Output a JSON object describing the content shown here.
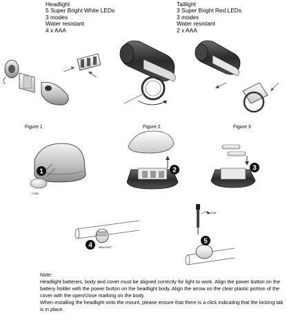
{
  "headlight": {
    "title": "Headlight",
    "leds": "5 Super Bright White LEDs",
    "modes": "3 modes",
    "water": "Water resistant",
    "battery": "4 x AAA"
  },
  "taillight": {
    "title": "Taillight",
    "leds": "3 Super Bright Red LEDs",
    "modes": "3 modes",
    "water": "Water resistant",
    "battery": "2 x AAA"
  },
  "figures": {
    "fig1": "Figure 1",
    "fig2": "Figure 2",
    "fig3": "Figure 3"
  },
  "labels": {
    "coin": "COIN",
    "bracket": "BRACKET",
    "close": "CLOSE"
  },
  "steps": {
    "s1": "1",
    "s2": "2",
    "s3": "3",
    "s4": "4",
    "s5": "5"
  },
  "notes": {
    "title": "Note:",
    "para1": "Headlight batteries, body and cover must be aligned correctly for light to work. Align the power button on the battery holder with the power button on the headlight body. Align the arrow on the clear plastic portion of the cover with the open/close marking on the body.",
    "para2": "When installing the headlight onto the mount, please ensure that there is a click indicating that the locking tab is in place."
  }
}
